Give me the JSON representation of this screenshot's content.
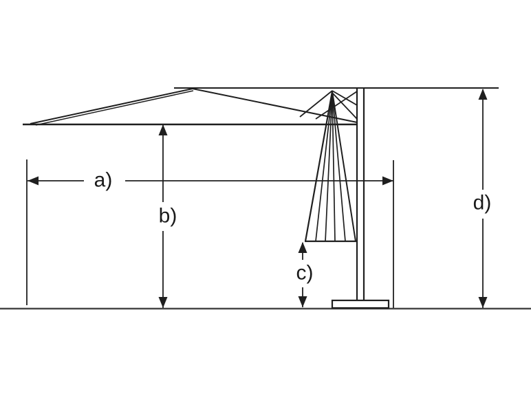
{
  "labels": {
    "a": "a)",
    "b": "b)",
    "c": "c)",
    "d": "d)"
  },
  "colors": {
    "line": "#1f1f1f",
    "ground": "#474747",
    "text": "#1a1a1a",
    "background": "#ffffff"
  }
}
